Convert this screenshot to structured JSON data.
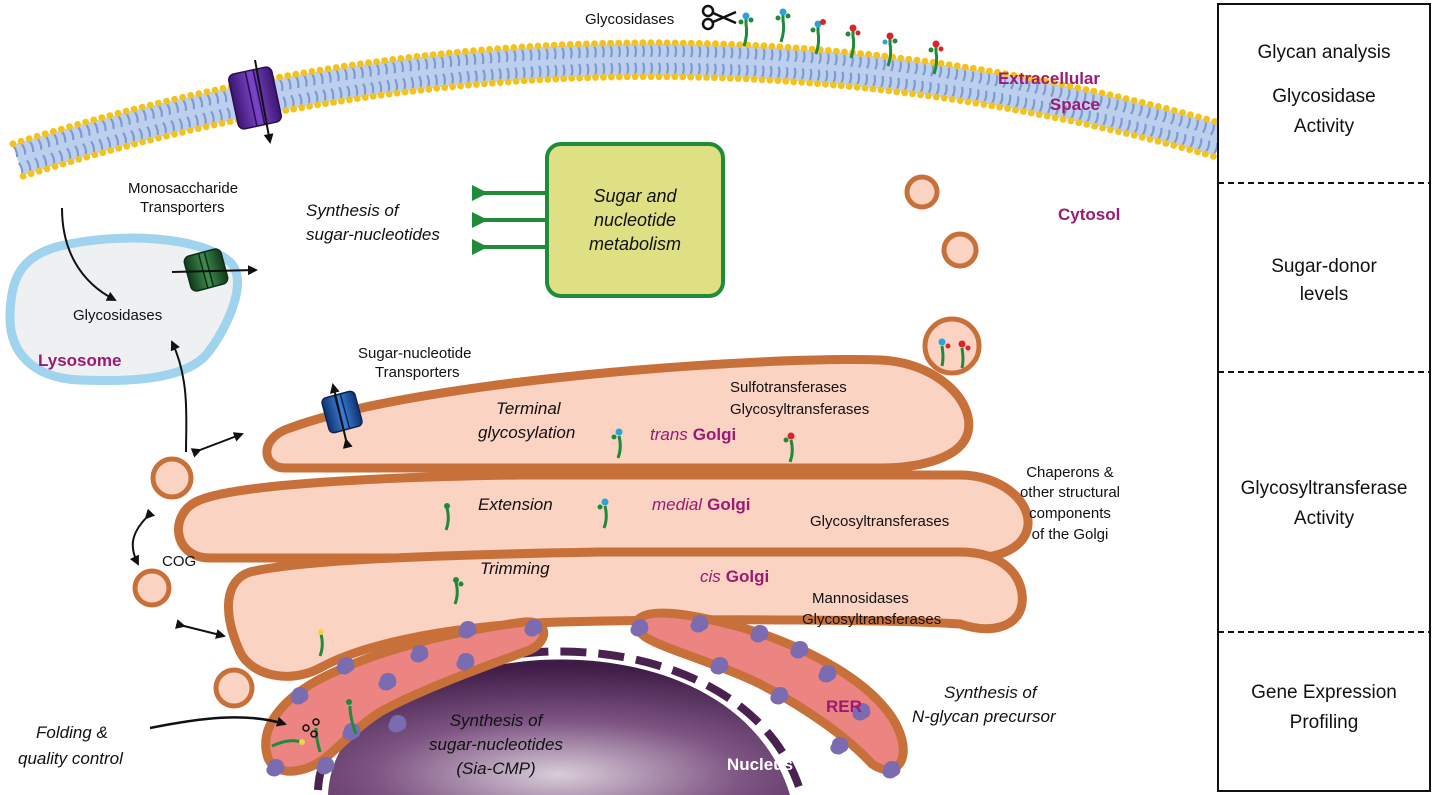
{
  "labels": {
    "glycosidases_top": "Glycosidases",
    "extracellular_1": "Extracellular",
    "extracellular_2": "Space",
    "cytosol": "Cytosol",
    "mono_transporters_1": "Monosaccharide",
    "mono_transporters_2": "Transporters",
    "synthesis_sugar_nuc_1": "Synthesis of",
    "synthesis_sugar_nuc_2": "sugar-nucleotides",
    "metabolism_1": "Sugar and",
    "metabolism_2": "nucleotide",
    "metabolism_3": "metabolism",
    "lysosome_glycosidases": "Glycosidases",
    "lysosome": "Lysosome",
    "sugar_nuc_transporters_1": "Sugar-nucleotide",
    "sugar_nuc_transporters_2": "Transporters",
    "terminal_1": "Terminal",
    "terminal_2": "glycosylation",
    "trans_italic": "trans",
    "trans_golgi": "Golgi",
    "sulfo": "Sulfotransferases",
    "glycosyl_trans": "Glycosyltransferases",
    "chaperons_1": "Chaperons &",
    "chaperons_2": "other structural",
    "chaperons_3": "components",
    "chaperons_4": "of the Golgi",
    "extension": "Extension",
    "medial_italic": "medial",
    "medial_golgi": "Golgi",
    "glycosyl_medial": "Glycosyltransferases",
    "cog": "COG",
    "trimming": "Trimming",
    "cis_italic": "cis",
    "cis_golgi": "Golgi",
    "mannosidases": "Mannosidases",
    "glycosyl_cis": "Glycosyltransferases",
    "synthesis_ngly_1": "Synthesis of",
    "synthesis_ngly_2": "N-glycan precursor",
    "rer": "RER",
    "folding_1": "Folding &",
    "folding_2": "quality control",
    "sia_1": "Synthesis of",
    "sia_2": "sugar-nucleotides",
    "sia_3": "(Sia-CMP)",
    "nucleus": "Nucleus"
  },
  "side_panel": {
    "sections": [
      {
        "lines": [
          "Glycan analysis",
          "Glycosidase",
          "Activity"
        ]
      },
      {
        "lines": [
          "Sugar-donor",
          "levels"
        ]
      },
      {
        "lines": [
          "Glycosyltransferase",
          "Activity"
        ]
      },
      {
        "lines": [
          "Gene Expression",
          "Profiling"
        ]
      }
    ]
  },
  "colors": {
    "magenta_label": "#9a1a74",
    "membrane_head": "#f4c21b",
    "membrane_tail": "#7d9bd3",
    "golgi_fill": "#fbd3c2",
    "golgi_stroke": "#c8703a",
    "er_fill": "#ec8482",
    "ribosome": "#7b6bb0",
    "lysosome_stroke": "#9fd3ee",
    "lysosome_fill": "#eef0f2",
    "metabolism_fill": "#dfe083",
    "arrow_green": "#1f8c3a",
    "transporter_purple": "#5a2b9c",
    "transporter_green": "#1f5c2e",
    "transporter_blue": "#1f56a8",
    "nucleus_dark": "#4a2250"
  },
  "icons": [
    "scissors-icon",
    "glycan-icon",
    "transporter-icon",
    "ribosome-icon",
    "vesicle-icon"
  ]
}
